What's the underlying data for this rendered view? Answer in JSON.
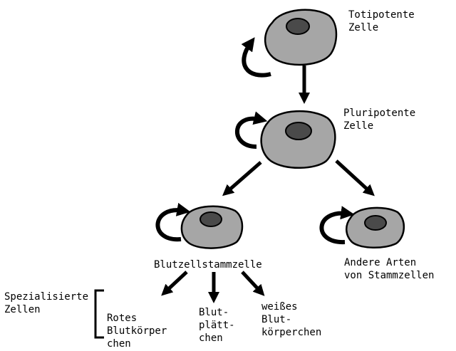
{
  "colors": {
    "cell_fill": "#a6a6a6",
    "nucleus_fill": "#4a4a4a",
    "outline": "#000000",
    "background": "#ffffff"
  },
  "cells": [
    {
      "id": "totipotent",
      "label": "Totipotente\nZelle",
      "self_renewal_arrow": true
    },
    {
      "id": "pluripotent",
      "label": "Pluripotente\nZelle",
      "self_renewal_arrow": true
    },
    {
      "id": "blood_stem",
      "label": "Blutzellstammzelle",
      "self_renewal_arrow": true
    },
    {
      "id": "other_stem",
      "label": "Andere Arten\nvon Stammzellen",
      "self_renewal_arrow": true
    }
  ],
  "specialized": {
    "bracket_label": "Spezialisierte\nZellen",
    "items": [
      {
        "id": "red",
        "label": "Rotes\nBlutkörper\nchen"
      },
      {
        "id": "platelets",
        "label": "Blut-\nplätt-\nchen"
      },
      {
        "id": "white",
        "label": "weißes\nBlut-\nkörperchen"
      }
    ]
  },
  "arrows": [
    {
      "from": "totipotent",
      "to": "pluripotent"
    },
    {
      "from": "pluripotent",
      "to": "blood_stem"
    },
    {
      "from": "pluripotent",
      "to": "other_stem"
    },
    {
      "from": "blood_stem",
      "to": "red"
    },
    {
      "from": "blood_stem",
      "to": "platelets"
    },
    {
      "from": "blood_stem",
      "to": "white"
    }
  ]
}
